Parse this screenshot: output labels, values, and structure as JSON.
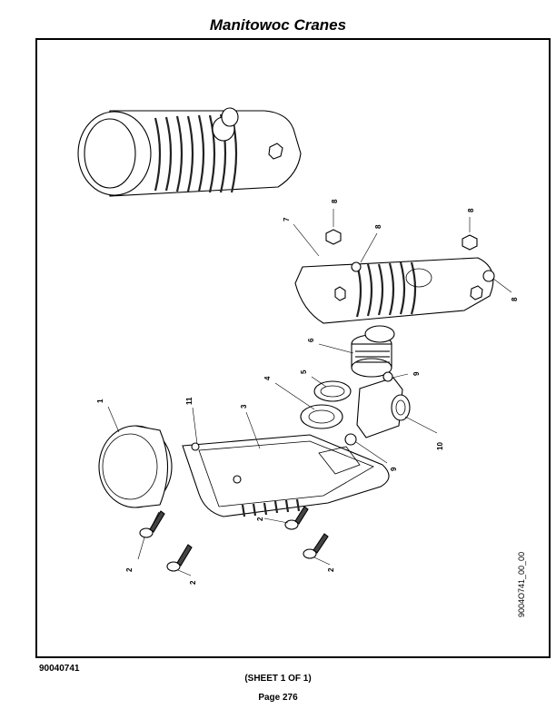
{
  "header": {
    "title": "Manitowoc Cranes"
  },
  "figure": {
    "drawing_id": "9004O741_00_00",
    "callouts": {
      "c1": "1",
      "c2a": "2",
      "c2b": "2",
      "c2c": "2",
      "c2d": "2",
      "c3": "3",
      "c4": "4",
      "c5": "5",
      "c6": "6",
      "c7": "7",
      "c8a": "8",
      "c8b": "8",
      "c8c": "8",
      "c8d": "8",
      "c9a": "9",
      "c9b": "9",
      "c10": "10",
      "c11": "11"
    }
  },
  "footer": {
    "doc_number": "90040741",
    "sheet": "(SHEET 1 OF 1)",
    "page": "Page 276"
  }
}
